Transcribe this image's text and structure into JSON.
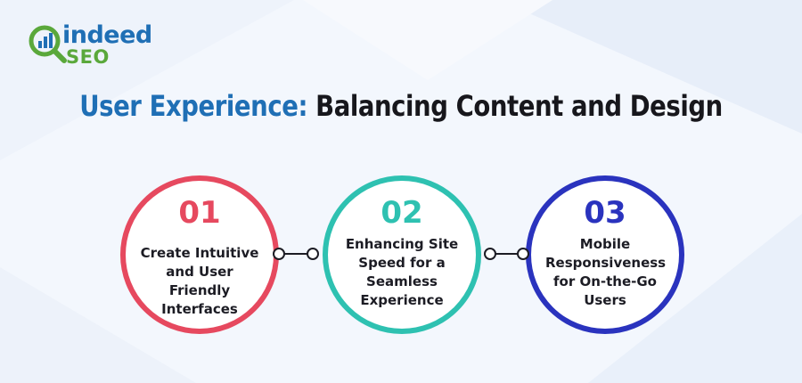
{
  "logo": {
    "word1": "indeed",
    "word2": "SEO"
  },
  "title": {
    "part1": "User Experience:",
    "part2": " Balancing Content and Design"
  },
  "steps": [
    {
      "number": "01",
      "text": "Create Intuitive\nand User Friendly\nInterfaces",
      "color": "#e6495f"
    },
    {
      "number": "02",
      "text": "Enhancing Site\nSpeed for a\nSeamless\nExperience",
      "color": "#2ec1b1"
    },
    {
      "number": "03",
      "text": "Mobile\nResponsiveness\nfor On-the-Go\nUsers",
      "color": "#2a33be"
    }
  ],
  "colors": {
    "brand_blue": "#1f6fb5",
    "brand_green": "#5aa83b",
    "title_dark": "#17171c",
    "background": "#f3f7fd"
  }
}
